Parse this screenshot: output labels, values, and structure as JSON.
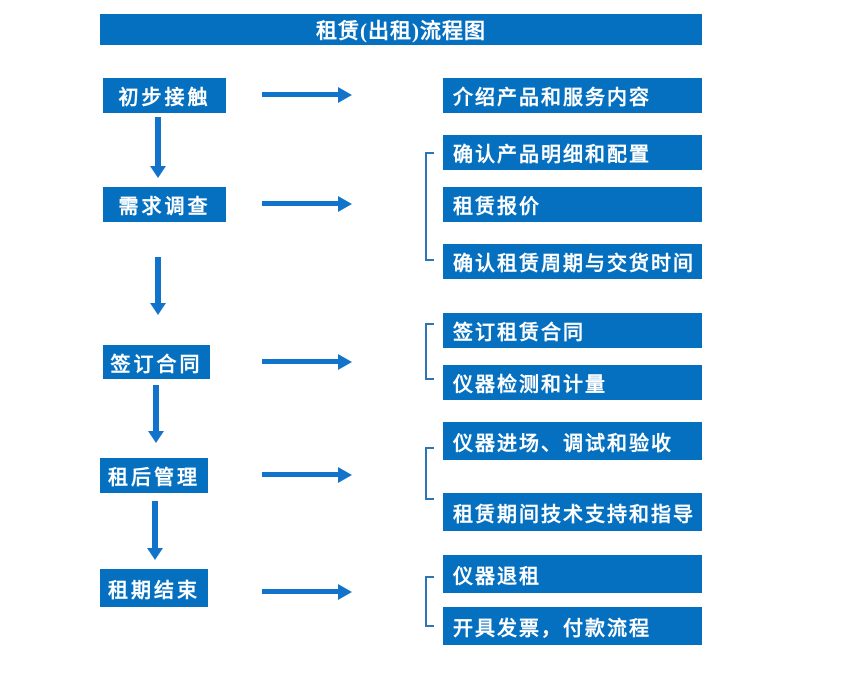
{
  "title": "租赁(出租)流程图",
  "colors": {
    "box_blue": "#0670c0",
    "arrow_blue": "#1173ca",
    "bracket_blue": "#2e75b6",
    "text_white": "#ffffff",
    "background": "#ffffff"
  },
  "flow": [
    {
      "stage": "初步接触",
      "details": [
        "介绍产品和服务内容"
      ]
    },
    {
      "stage": "需求调查",
      "details": [
        "确认产品明细和配置",
        "租赁报价",
        "确认租赁周期与交货时间"
      ]
    },
    {
      "stage": "签订合同",
      "details": [
        "签订租赁合同",
        "仪器检测和计量"
      ]
    },
    {
      "stage": "租后管理",
      "details": [
        "仪器进场、调试和验收",
        "租赁期间技术支持和指导"
      ]
    },
    {
      "stage": "租期结束",
      "details": [
        "仪器退租",
        "开具发票，付款流程"
      ]
    }
  ]
}
